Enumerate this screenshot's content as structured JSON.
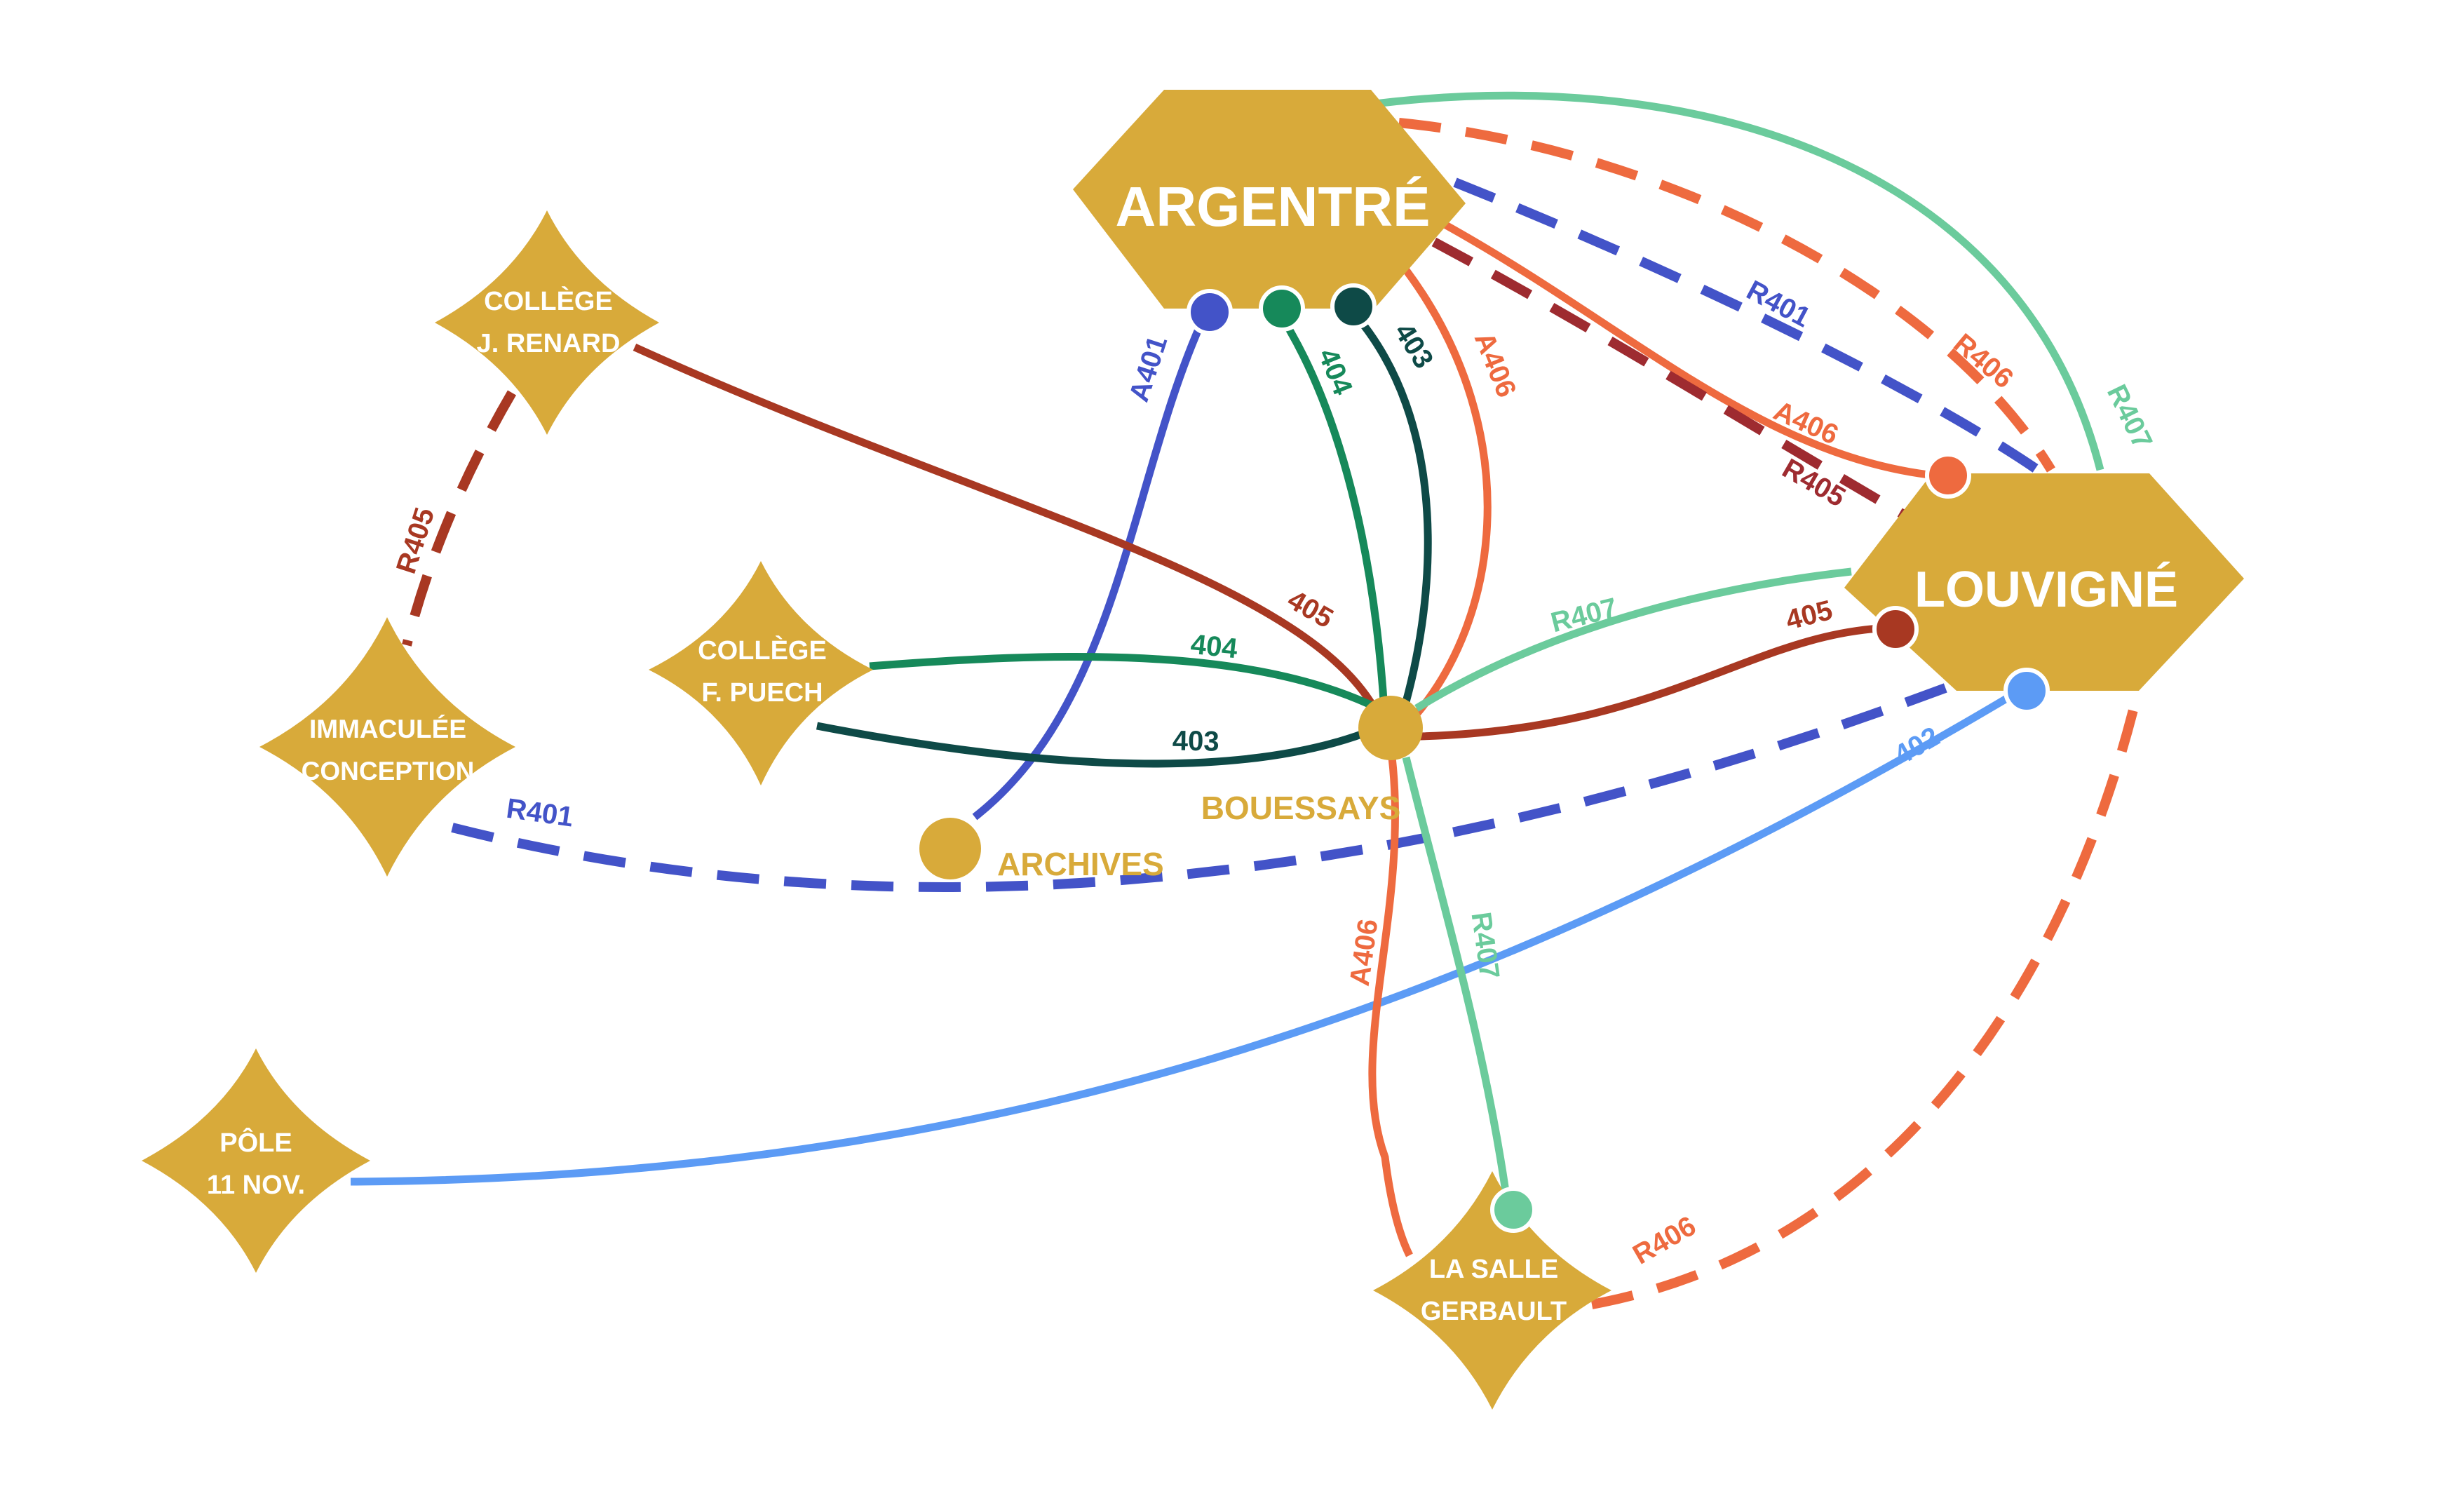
{
  "nodes": {
    "argentre": {
      "name": "ARGENTRÉ"
    },
    "louvigne": {
      "name": "LOUVIGNÉ"
    },
    "college_renard": {
      "line1": "COLLÈGE",
      "line2": "J. RENARD"
    },
    "college_puech": {
      "line1": "COLLÈGE",
      "line2": "F. PUECH"
    },
    "immaculee": {
      "line1": "IMMACULÉE",
      "line2": "CONCEPTION"
    },
    "pole": {
      "line1": "PÔLE",
      "line2": "11 NOV."
    },
    "la_salle": {
      "line1": "LA SALLE",
      "line2": "GERBAULT"
    },
    "bouessays": {
      "name": "BOUESSAYS"
    },
    "archives": {
      "name": "ARCHIVES"
    }
  },
  "routes": {
    "A401": {
      "label": "A401",
      "color": "#4353c8"
    },
    "404_argentre": {
      "label": "404",
      "color": "#16895a"
    },
    "403_argentre": {
      "label": "403",
      "color": "#0e4a47"
    },
    "A406_argentre": {
      "label": "A406",
      "color": "#ee6a3f"
    },
    "A406_louvigne": {
      "label": "A406",
      "color": "#ee6a3f"
    },
    "R401_top": {
      "label": "R401",
      "color": "#4353c8"
    },
    "R406_top": {
      "label": "R406",
      "color": "#ee6a3f"
    },
    "R407_top": {
      "label": "R407",
      "color": "#6bcb9c"
    },
    "R405_top": {
      "label": "R405",
      "color": "#9e2b30"
    },
    "405_renard": {
      "label": "405",
      "color": "#a83822"
    },
    "405_louvigne": {
      "label": "405",
      "color": "#a83822"
    },
    "R407_louvigne": {
      "label": "R407",
      "color": "#6bcb9c"
    },
    "404_puech": {
      "label": "404",
      "color": "#16895a"
    },
    "403_puech": {
      "label": "403",
      "color": "#0e4a47"
    },
    "R405_left": {
      "label": "R405",
      "color": "#a83822"
    },
    "R401_bottom": {
      "label": "R401",
      "color": "#4353c8"
    },
    "402": {
      "label": "402",
      "color": "#5c9bf5"
    },
    "A406_lasalle": {
      "label": "A406",
      "color": "#ee6a3f"
    },
    "R407_lasalle": {
      "label": "R407",
      "color": "#6bcb9c"
    },
    "R406_bottom": {
      "label": "R406",
      "color": "#ee6a3f"
    }
  },
  "colors": {
    "node_fill": "#d8aa3a",
    "node_text": "#ffffff",
    "station_label": "#d8aa3a"
  }
}
